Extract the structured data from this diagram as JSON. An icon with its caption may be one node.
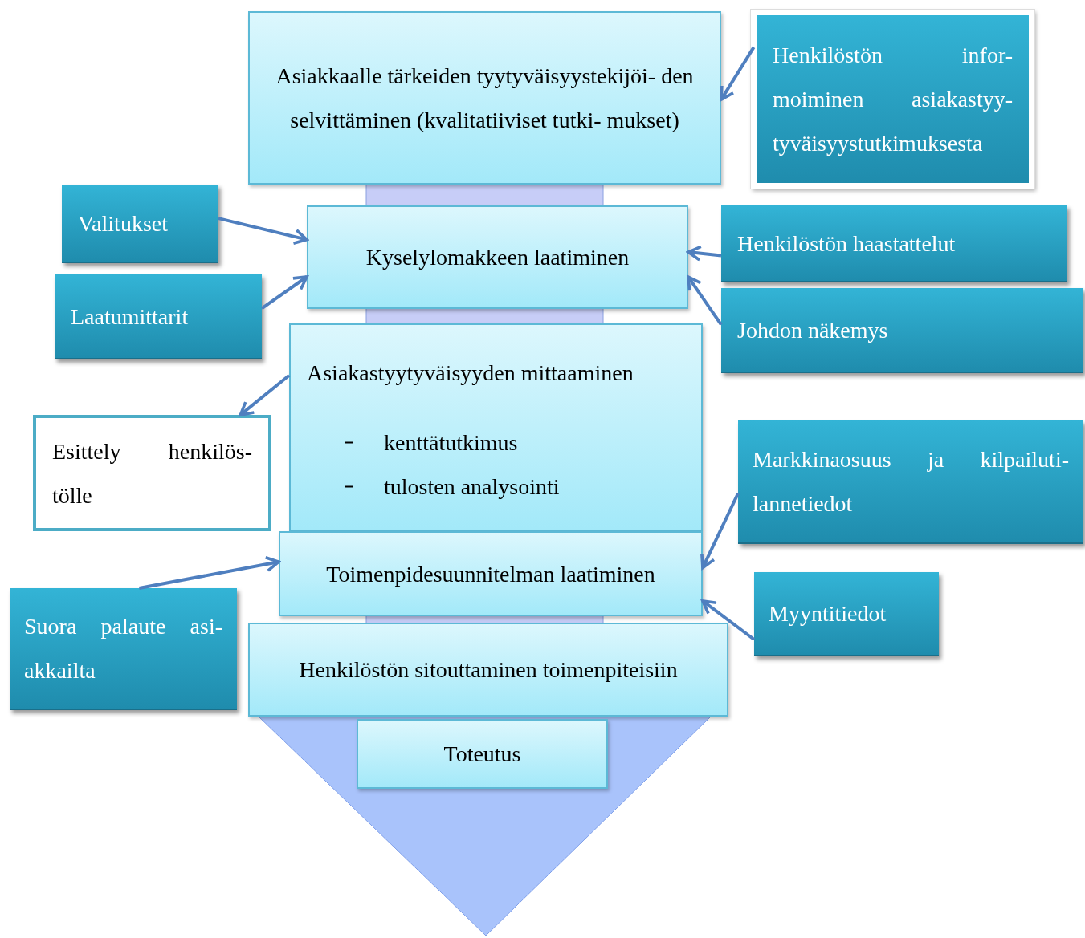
{
  "diagram": {
    "nodes": [
      {
        "text": [
          "Asiakkaalle tärkeiden tyytyväisyystekijöi- den selvittäminen (kvalitatiiviset tutki- mukset)"
        ]
      },
      {
        "text": [
          "Henkilöstön infor- moiminen asiakastyy- tyväisyystutkimuksesta"
        ]
      },
      {
        "text": [
          "Valitukset"
        ]
      },
      {
        "text": [
          "Kyselylomakkeen laatiminen"
        ]
      },
      {
        "text": [
          "Henkilöstön haastattelut"
        ]
      },
      {
        "text": [
          "Laatumittarit"
        ]
      },
      {
        "text": [
          "Johdon näkemys"
        ]
      },
      {
        "text": [
          "Asiakastyytyväisyyden mittaaminen",
          "kenttätutkimus",
          "tulosten analysointi"
        ]
      },
      {
        "text": [
          "Esittely henkilös- tölle"
        ]
      },
      {
        "text": [
          "Markkinaosuus ja kilpailuti- lannetiedot"
        ]
      },
      {
        "text": [
          "Toimenpidesuunnitelman laatiminen"
        ]
      },
      {
        "text": [
          "Suora palaute asi- akkailta"
        ]
      },
      {
        "text": [
          "Myyntitiedot"
        ]
      },
      {
        "text": [
          "Henkilöstön sitouttaminen toimenpiteisiin"
        ]
      },
      {
        "text": [
          "Toteutus"
        ]
      }
    ],
    "edges": [
      {
        "from": 1,
        "to": 0,
        "arrow": "to"
      },
      {
        "from": 2,
        "to": 3,
        "arrow": "to"
      },
      {
        "from": 5,
        "to": 3,
        "arrow": "to"
      },
      {
        "from": 4,
        "to": 3,
        "arrow": "to"
      },
      {
        "from": 6,
        "to": 3,
        "arrow": "to"
      },
      {
        "from": 7,
        "to": 8,
        "arrow": "to"
      },
      {
        "from": 9,
        "to": 10,
        "arrow": "to"
      },
      {
        "from": 11,
        "to": 10,
        "arrow": "to"
      },
      {
        "from": 12,
        "to": 10,
        "arrow": "to"
      }
    ]
  }
}
